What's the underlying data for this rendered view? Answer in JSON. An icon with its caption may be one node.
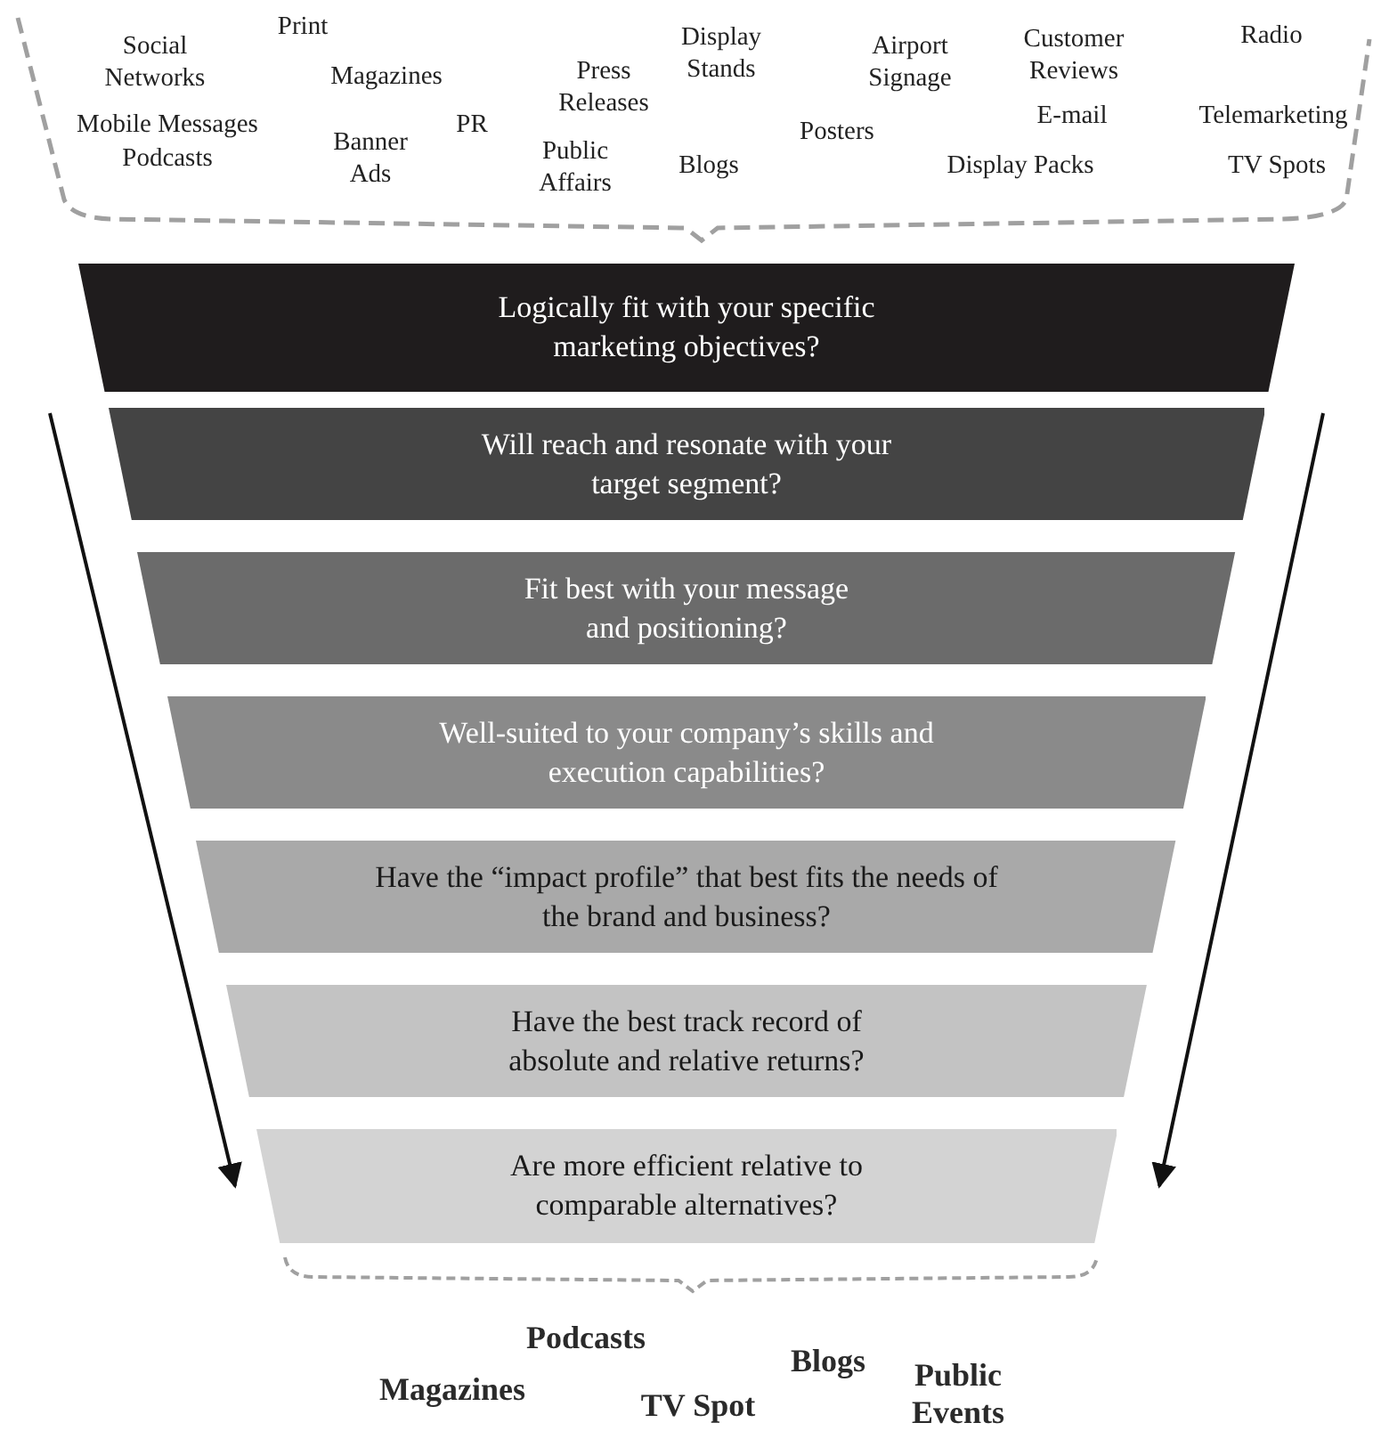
{
  "diagram": {
    "nodes": [
      {
        "text": [
          "Logically fit with your specific marketing objectives?"
        ]
      },
      {
        "text": [
          "Will reach and resonate with your target segment?"
        ]
      },
      {
        "text": [
          "Fit best with your message and positioning?"
        ]
      },
      {
        "text": [
          "Well-suited to your company’s skills and execution capabilities?"
        ]
      },
      {
        "text": [
          "Have the “impact profile” that best fits the needs of the brand and business?"
        ]
      },
      {
        "text": [
          "Have the best track record of absolute and relative returns?"
        ]
      },
      {
        "text": [
          "Are more efficient relative to comparable alternatives?"
        ]
      }
    ],
    "labels": [
      "Social Networks",
      "Print",
      "Magazines",
      "Mobile Messages",
      "Podcasts",
      "Banner Ads",
      "PR",
      "Press Releases",
      "Public Affairs",
      "Display Stands",
      "Blogs",
      "Posters",
      "Airport Signage",
      "Customer Reviews",
      "E-mail",
      "Display Packs",
      "Radio",
      "Telemarketing",
      "TV Spots",
      "Magazines",
      "Podcasts",
      "TV Spot",
      "Blogs",
      "Public Events"
    ]
  }
}
